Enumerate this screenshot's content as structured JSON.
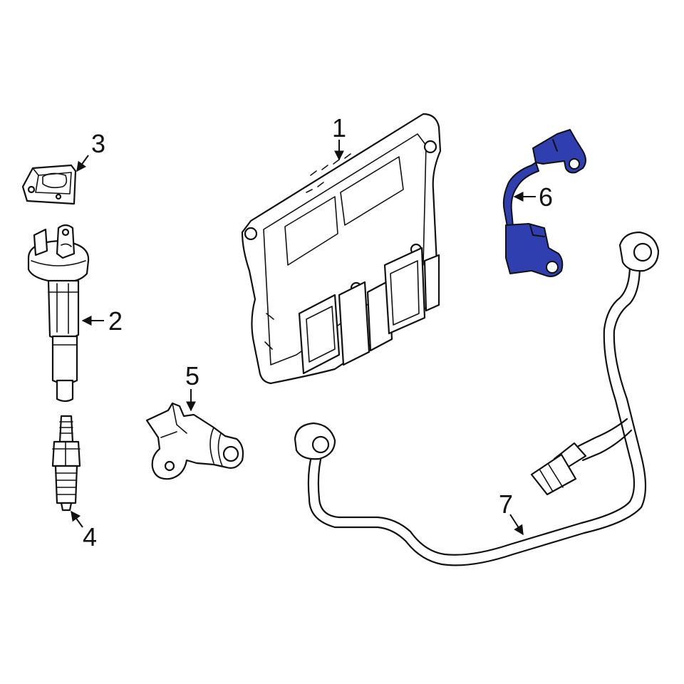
{
  "colors": {
    "line": "#111111",
    "background": "#ffffff",
    "highlight_fill": "#2f3fb0"
  },
  "callouts": {
    "c1": "1",
    "c2": "2",
    "c3": "3",
    "c4": "4",
    "c5": "5",
    "c6": "6",
    "c7": "7"
  },
  "highlighted_part": "6"
}
